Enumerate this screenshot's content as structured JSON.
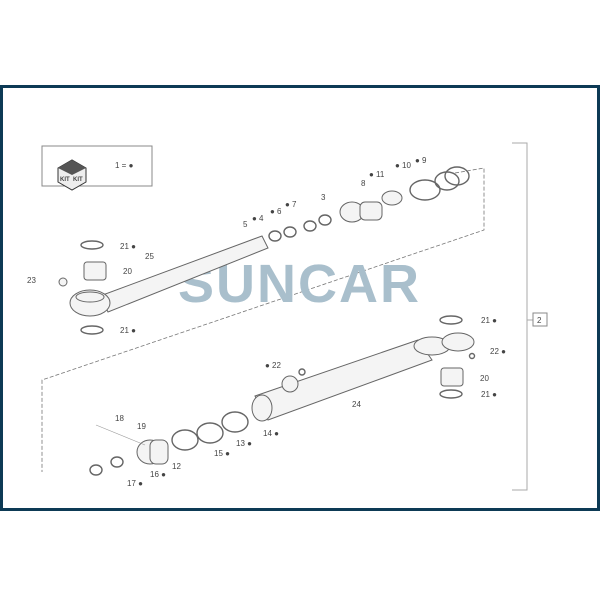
{
  "watermark": "SUNCAR",
  "colors": {
    "frame": "#0d3a55",
    "watermark": "#a9bfcc",
    "watermark_accent": "#9fd3e0"
  },
  "kit": {
    "box_text_1": "KIT",
    "box_text_2": "KIT",
    "legend": "1 = ●"
  },
  "assembly_ref": "2",
  "labels": {
    "p3": "3",
    "p4": "● 4",
    "p5": "5",
    "p6": "● 6",
    "p7": "● 7",
    "p8": "8",
    "p9": "● 9",
    "p10": "● 10",
    "p11": "● 11",
    "p12": "12",
    "p13": "13 ●",
    "p14": "14 ●",
    "p15": "15 ●",
    "p16": "16 ●",
    "p17": "17 ●",
    "p18": "18",
    "p19": "19",
    "p20a": "20",
    "p20b": "20",
    "p21a": "21 ●",
    "p21b": "21 ●",
    "p21c": "21 ●",
    "p21d": "21 ●",
    "p22a": "22 ●",
    "p22b": "● 22",
    "p23": "23",
    "p24": "24",
    "p25": "25"
  }
}
